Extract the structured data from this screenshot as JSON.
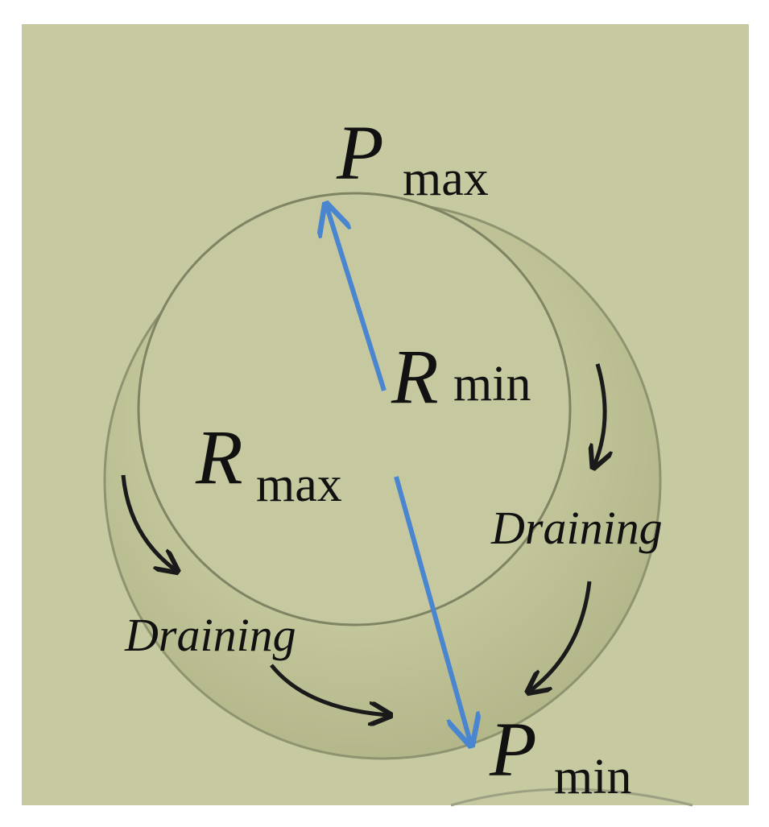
{
  "labels": {
    "p_max_symbol": "P",
    "p_max_sub": "max",
    "r_min_symbol": "R",
    "r_min_sub": "min",
    "r_max_symbol": "R",
    "r_max_sub": "max",
    "draining_right": "Draining",
    "draining_left": "Draining",
    "p_min_symbol": "P",
    "p_min_sub": "min"
  },
  "colors": {
    "background": "#c7c9a0",
    "radius_arrow": "#4a86cf",
    "flow_arrow": "#1a1a1a"
  }
}
